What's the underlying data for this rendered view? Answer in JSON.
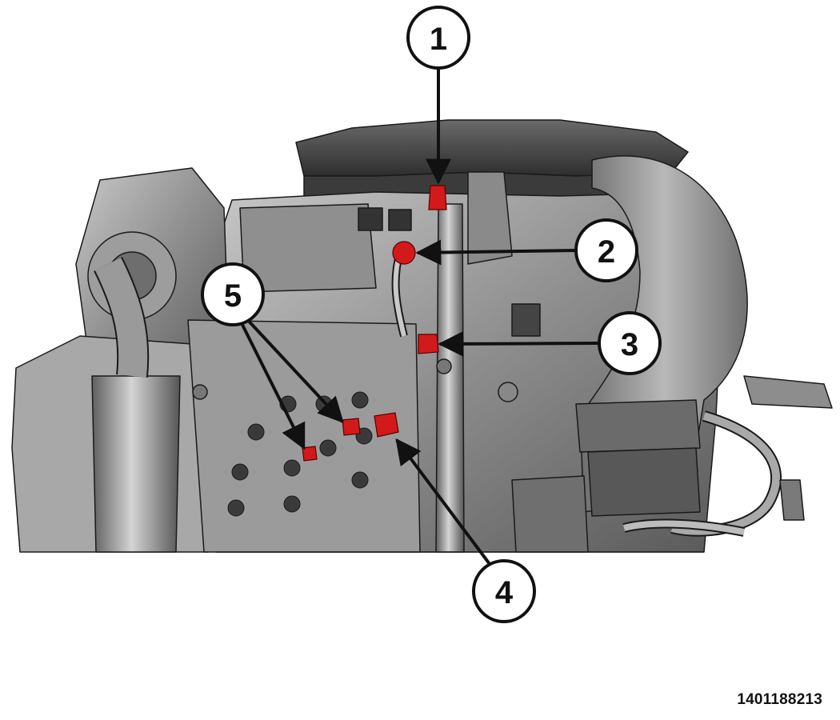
{
  "figure": {
    "id_label": "1401188213"
  },
  "callouts": [
    {
      "number": "1"
    },
    {
      "number": "2"
    },
    {
      "number": "3"
    },
    {
      "number": "4"
    },
    {
      "number": "5"
    }
  ],
  "colors": {
    "highlight": "#d21a1a",
    "engine_dark": "#4a4a4a",
    "engine_mid": "#8a8a8a",
    "engine_light": "#bdbdbd",
    "outline": "#1a1a1a"
  }
}
